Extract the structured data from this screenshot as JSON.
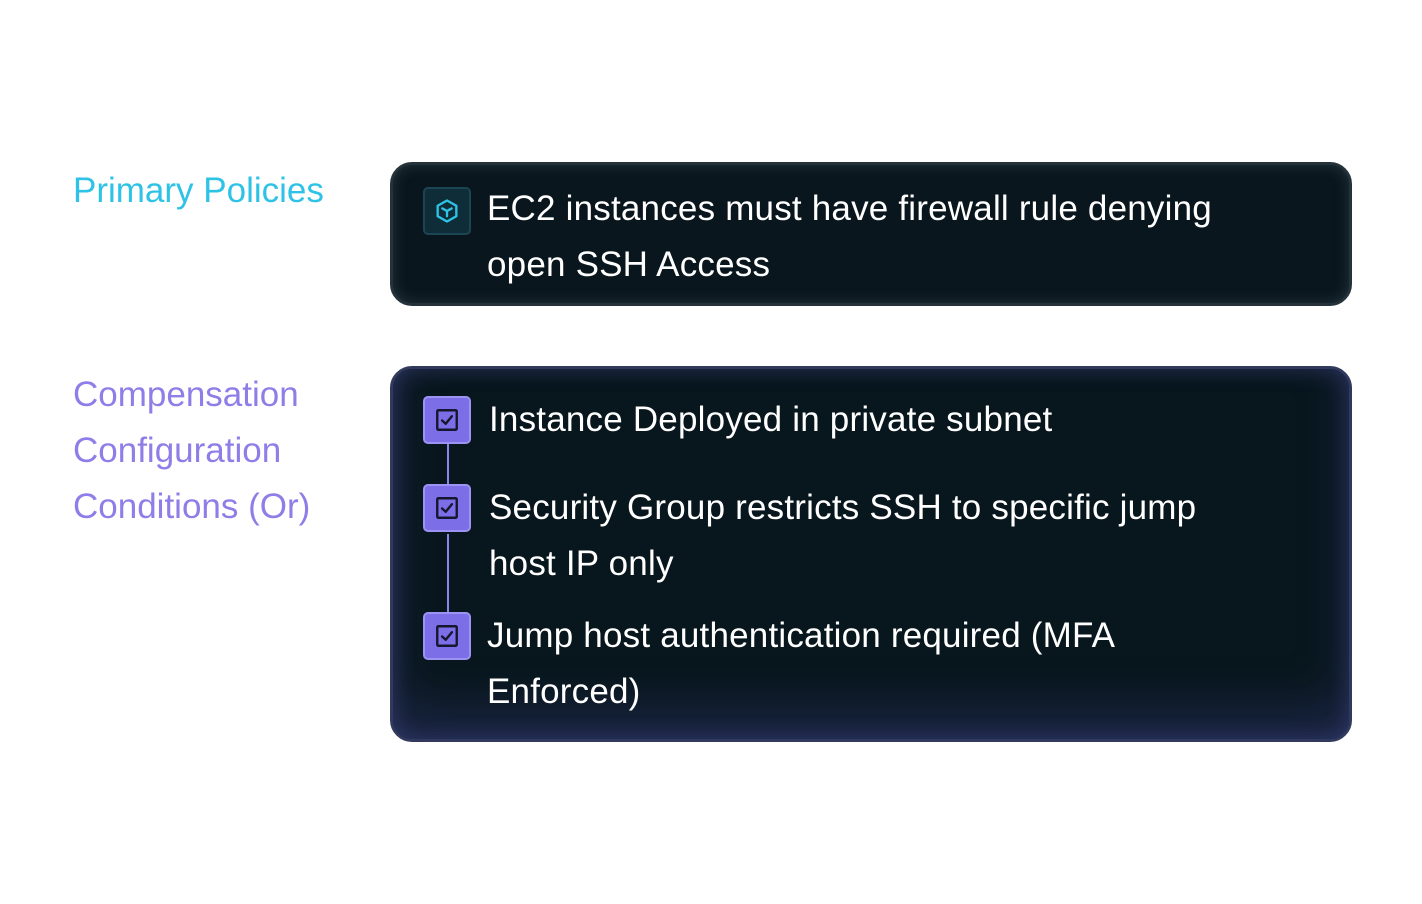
{
  "colors": {
    "primary_label": "#2ec3e6",
    "comp_label": "#8f7de8",
    "card_text": "#ffffff",
    "cube_icon": "#2ec3e6",
    "check_bg": "#7b6ee6"
  },
  "primary": {
    "label": "Primary Policies",
    "icon": "cube-icon",
    "text_line1": "EC2 instances must have firewall rule denying",
    "text_line2": "open SSH Access"
  },
  "compensation": {
    "label_line1": "Compensation",
    "label_line2": "Configuration",
    "label_line3": "Conditions (Or)",
    "items": [
      {
        "icon": "checkbox-checked-icon",
        "line1": "Instance Deployed in private subnet"
      },
      {
        "icon": "checkbox-checked-icon",
        "line1": "Security Group restricts SSH to specific jump",
        "line2": "host IP only"
      },
      {
        "icon": "checkbox-checked-icon",
        "line1": "Jump host authentication required (MFA",
        "line2": "Enforced)"
      }
    ]
  }
}
